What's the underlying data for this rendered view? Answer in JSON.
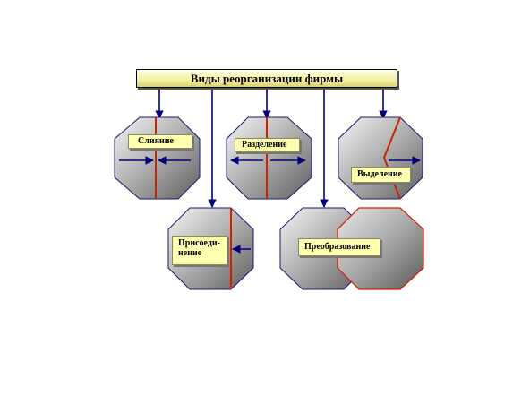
{
  "title": "Виды реорганизации фирмы",
  "nodes": [
    {
      "id": "merger",
      "label": "Слияние"
    },
    {
      "id": "division",
      "label": "Разделение"
    },
    {
      "id": "spinoff",
      "label": "Выделение"
    },
    {
      "id": "accession",
      "label": "Присоеди-\nнение"
    },
    {
      "id": "transformation",
      "label": "Преобразование"
    }
  ],
  "colors": {
    "arrow": "#000080",
    "divider": "#cc2200",
    "octagon_outline": "#1a1a6e",
    "label_fill": "#ffffb0"
  }
}
